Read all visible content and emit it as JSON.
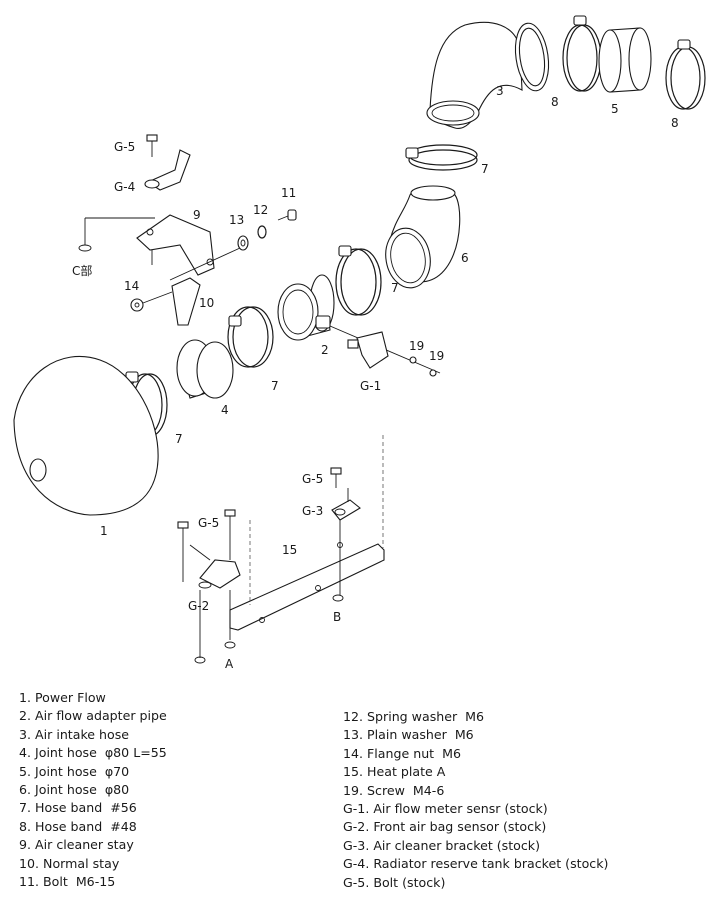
{
  "callouts": {
    "p1": "1",
    "p2": "2",
    "p3": "3",
    "p4": "4",
    "p5": "5",
    "p6": "6",
    "p7a": "7",
    "p7b": "7",
    "p7c": "7",
    "p7d": "7",
    "p8a": "8",
    "p8b": "8",
    "p9": "9",
    "p10": "10",
    "p11": "11",
    "p12": "12",
    "p13": "13",
    "p14": "14",
    "p15": "15",
    "p19a": "19",
    "p19b": "19",
    "g1": "G-1",
    "g2": "G-2",
    "g3": "G-3",
    "g4": "G-4",
    "g5a": "G-5",
    "g5b": "G-5",
    "g5c": "G-5",
    "a": "A",
    "b": "B",
    "c": "C部"
  },
  "legend_left": [
    "1. Power Flow",
    "2. Air flow adapter pipe",
    "3. Air intake hose",
    "4. Joint hose  φ80 L=55",
    "5. Joint hose  φ70",
    "6. Joint hose  φ80",
    "7. Hose band  #56",
    "8. Hose band  #48",
    "9. Air cleaner stay",
    "10. Normal stay",
    "11. Bolt  M6-15"
  ],
  "legend_right": [
    "12. Spring washer  M6",
    "13. Plain washer  M6",
    "14. Flange nut  M6",
    "15. Heat plate A",
    "19. Screw  M4-6",
    "G-1. Air flow meter sensr (stock)",
    "G-2. Front air bag sensor (stock)",
    "G-3. Air cleaner bracket (stock)",
    "G-4. Radiator reserve tank bracket (stock)",
    "G-5. Bolt (stock)"
  ]
}
